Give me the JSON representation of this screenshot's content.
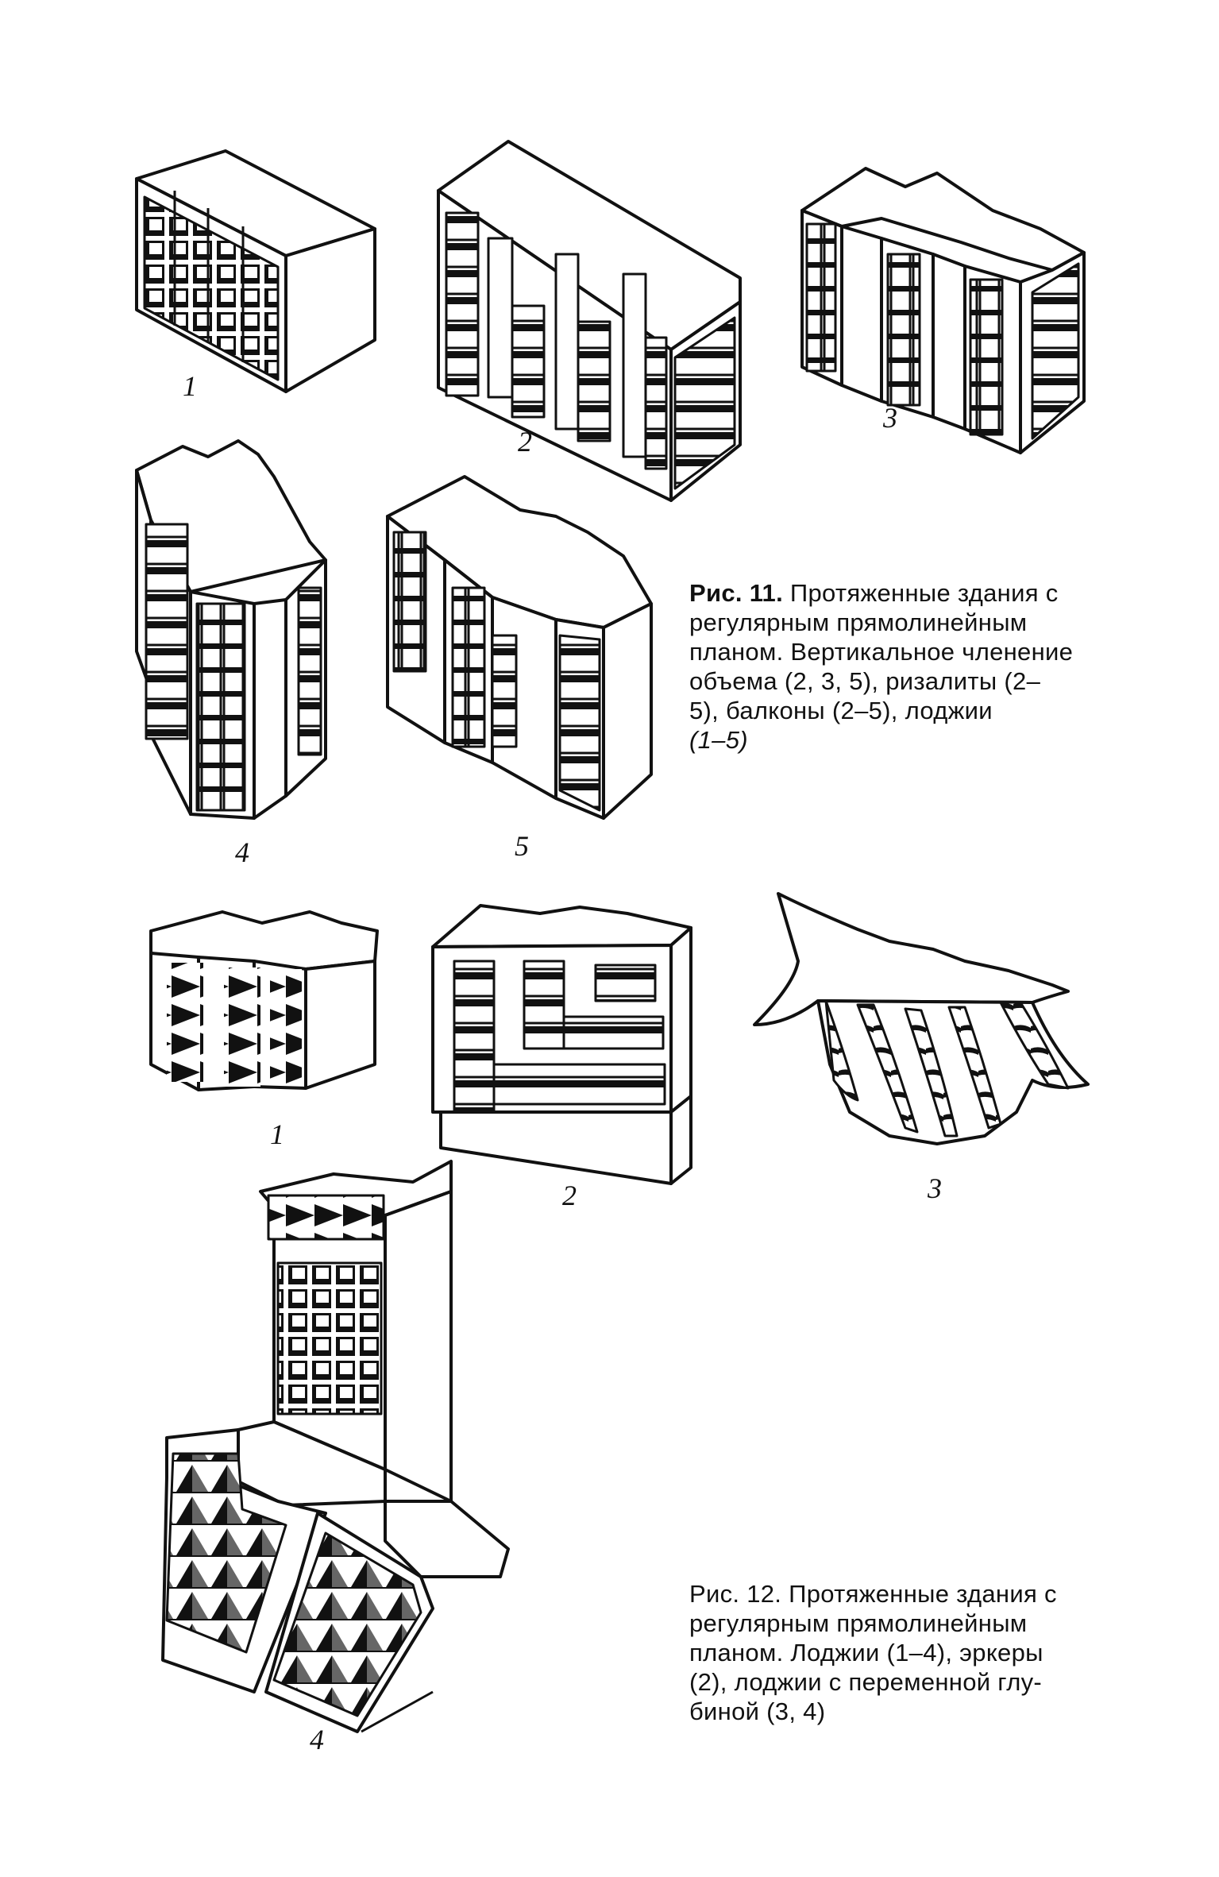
{
  "figure_11": {
    "caption": {
      "label": "Рис. 11.",
      "lines": [
        "Протяженные здания с",
        "регулярным прямолинейным",
        "планом. Вертикальное членение",
        "объема (2, 3, 5), ризалиты (2–",
        "5), балконы (2–5), лоджии",
        "(1–5)"
      ]
    },
    "panels": [
      "1",
      "2",
      "3",
      "4",
      "5"
    ]
  },
  "figure_12": {
    "caption": {
      "label": "Рис. 12.",
      "lines": [
        "Протяженные здания с",
        "регулярным прямолинейным",
        "планом. Лоджии (1–4), эркеры",
        "(2), лоджии с переменной глу-",
        "биной (3, 4)"
      ]
    },
    "panels": [
      "1",
      "2",
      "3",
      "4"
    ]
  },
  "colors": {
    "ink": "#111111",
    "paper": "#ffffff"
  }
}
